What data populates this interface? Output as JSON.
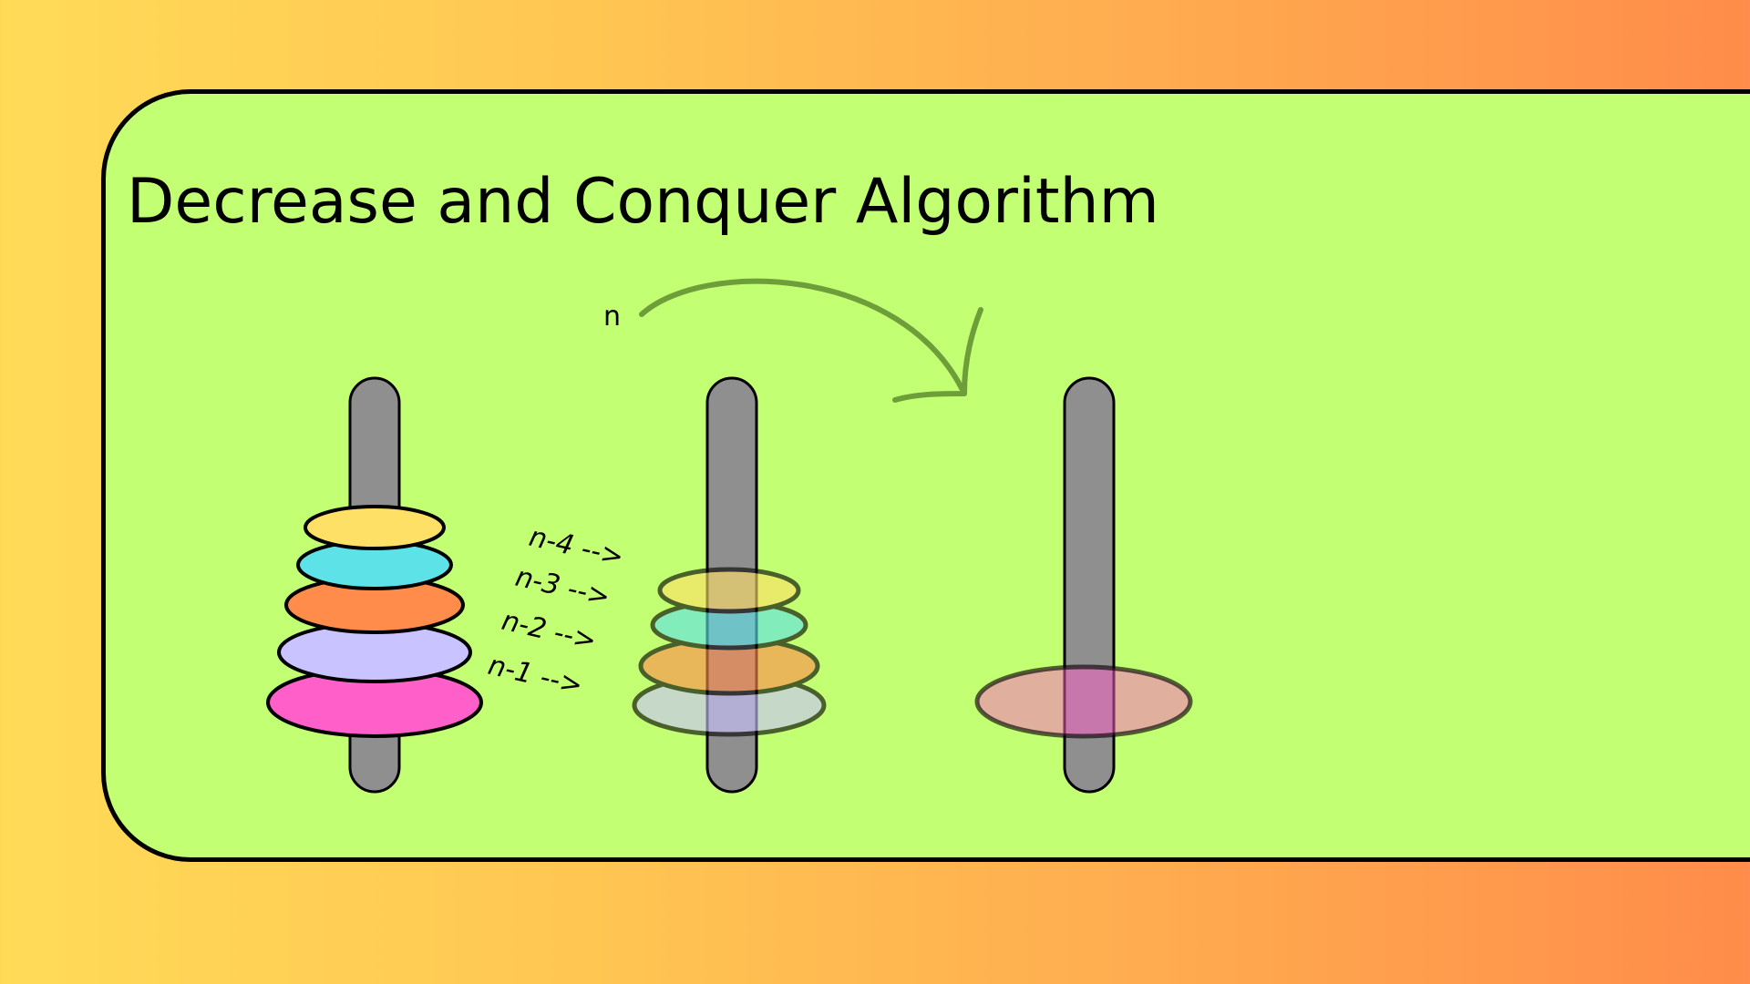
{
  "title": "Decrease and Conquer Algorithm",
  "arrow_label": "n",
  "step_labels": [
    "n-4 -->",
    "n-3 -->",
    "n-2 -->",
    "n-1 -->"
  ],
  "colors": {
    "background_start": "#ffdb58",
    "background_end": "#ff8c4a",
    "panel": "#c3ff73",
    "rod": "#8f8f8f",
    "disk_yellow": "#ffe066",
    "disk_cyan": "#5de2e8",
    "disk_orange": "#ff8c4a",
    "disk_lavender": "#c9c3ff",
    "disk_pink": "#ff5fc8",
    "arrow": "#6e9e3a"
  }
}
